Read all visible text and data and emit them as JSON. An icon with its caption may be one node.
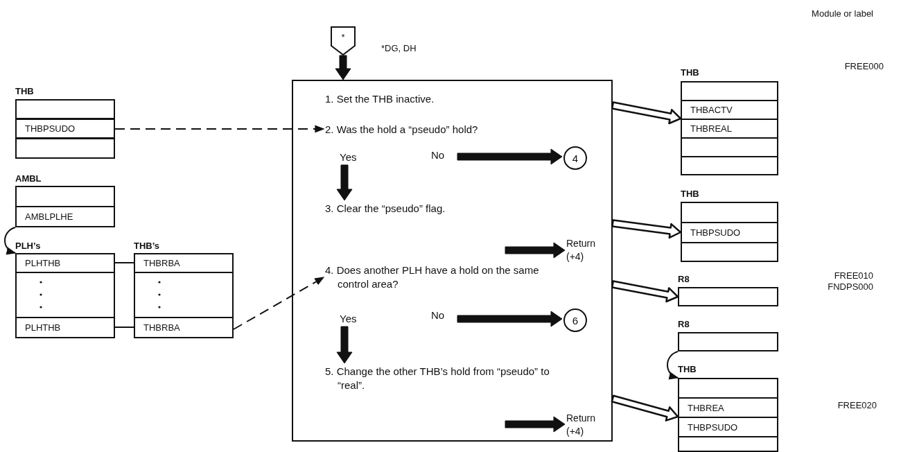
{
  "diagram": {
    "nodes": [
      {
        "text": [
          "*"
        ],
        "beside": [
          "*DG, DH"
        ]
      },
      {
        "text": [
          "THB"
        ]
      },
      {
        "text": [],
        "shape": "box",
        "in": 1
      },
      {
        "text": [
          "THBPSUDO"
        ],
        "in": 1
      },
      {
        "text": [],
        "shape": "box",
        "in": 1
      },
      {
        "text": [
          "AMBL"
        ]
      },
      {
        "text": [],
        "shape": "box",
        "in": 5
      },
      {
        "text": [
          "AMBLPLHE"
        ],
        "in": 5
      },
      {
        "text": [
          "PLH’s"
        ]
      },
      {
        "text": [
          "PLHTHB"
        ],
        "in": 8
      },
      {
        "text": [],
        "shape": "box",
        "in": 8
      },
      {
        "text": [
          "PLHTHB"
        ],
        "in": 8
      },
      {
        "text": [
          "THB’s"
        ]
      },
      {
        "text": [
          "THBRBA"
        ],
        "in": 12
      },
      {
        "text": [],
        "shape": "box",
        "in": 12
      },
      {
        "text": [
          "THBRBA"
        ],
        "in": 12
      },
      {
        "text": [],
        "shape": "box"
      },
      {
        "text": [
          "1. Set the THB inactive."
        ],
        "in": 16
      },
      {
        "text": [
          "2. Was the hold a “pseudo” hold?"
        ],
        "in": 16
      },
      {
        "text": [
          "Yes"
        ],
        "in": 16
      },
      {
        "text": [
          "No"
        ],
        "in": 16
      },
      {
        "text": [
          "4"
        ],
        "in": 16
      },
      {
        "text": [
          "3. Clear the “pseudo” flag."
        ],
        "in": 16
      },
      {
        "text": [
          "Return (+4)"
        ],
        "in": 16
      },
      {
        "text": [
          "4. Does another PLH have a hold on the same control area?"
        ],
        "in": 16
      },
      {
        "text": [
          "Yes"
        ],
        "in": 16
      },
      {
        "text": [
          "No"
        ],
        "in": 16
      },
      {
        "text": [
          "6"
        ],
        "in": 16
      },
      {
        "text": [
          "5. Change the other THB’s hold from “pseudo” to “real”."
        ],
        "in": 16
      },
      {
        "text": [
          "Return (+4)"
        ],
        "in": 16
      },
      {
        "text": [
          "THB"
        ]
      },
      {
        "text": [],
        "shape": "box",
        "in": 30
      },
      {
        "text": [
          "THBACTV"
        ],
        "in": 30
      },
      {
        "text": [
          "THBREAL"
        ],
        "in": 30
      },
      {
        "text": [],
        "shape": "box",
        "in": 30
      },
      {
        "text": [],
        "shape": "box",
        "in": 30
      },
      {
        "text": [
          "THB"
        ]
      },
      {
        "text": [],
        "shape": "box",
        "in": 36
      },
      {
        "text": [
          "THBPSUDO"
        ],
        "in": 36
      },
      {
        "text": [],
        "shape": "box",
        "in": 36
      },
      {
        "text": [
          "R8"
        ]
      },
      {
        "text": [
          "R8"
        ]
      },
      {
        "text": [
          "THB"
        ]
      },
      {
        "text": [],
        "shape": "box",
        "in": 42
      },
      {
        "text": [
          "THBREA"
        ],
        "in": 42
      },
      {
        "text": [
          "THBPSUDO"
        ],
        "in": 42
      },
      {
        "text": [],
        "shape": "box",
        "in": 42
      }
    ],
    "edges": [
      {
        "from": 0,
        "to": 16,
        "arrow": "to",
        "style": "thick"
      },
      {
        "from": 3,
        "to": 18,
        "arrow": "to",
        "style": "dashed"
      },
      {
        "from": 7,
        "to": 9,
        "arrow": "to"
      },
      {
        "from": 9,
        "to": 13,
        "arrow": "none"
      },
      {
        "from": 11,
        "to": 15,
        "arrow": "none"
      },
      {
        "from": 15,
        "to": 24,
        "arrow": "to",
        "style": "dashed"
      },
      {
        "from": 19,
        "to": 22,
        "arrow": "to",
        "style": "thick"
      },
      {
        "from": 20,
        "to": 21,
        "arrow": "to",
        "style": "thick"
      },
      {
        "from": null,
        "to": 23,
        "arrow": "to",
        "style": "thick"
      },
      {
        "from": 25,
        "to": 28,
        "arrow": "to",
        "style": "thick"
      },
      {
        "from": 26,
        "to": 27,
        "arrow": "to",
        "style": "thick"
      },
      {
        "from": null,
        "to": 29,
        "arrow": "to",
        "style": "thick"
      },
      {
        "from": 16,
        "to": 30,
        "arrow": "to",
        "style": "thick"
      },
      {
        "from": 16,
        "to": 36,
        "arrow": "to",
        "style": "thick"
      },
      {
        "from": 16,
        "to": 40,
        "arrow": "to",
        "style": "thick"
      },
      {
        "from": 16,
        "to": 42,
        "arrow": "to",
        "style": "thick"
      },
      {
        "from": 41,
        "to": 42,
        "arrow": "to"
      }
    ],
    "labels": [
      "Module or label",
      "FREE000",
      "FREE010",
      "FNDPS000",
      "FREE020"
    ]
  }
}
